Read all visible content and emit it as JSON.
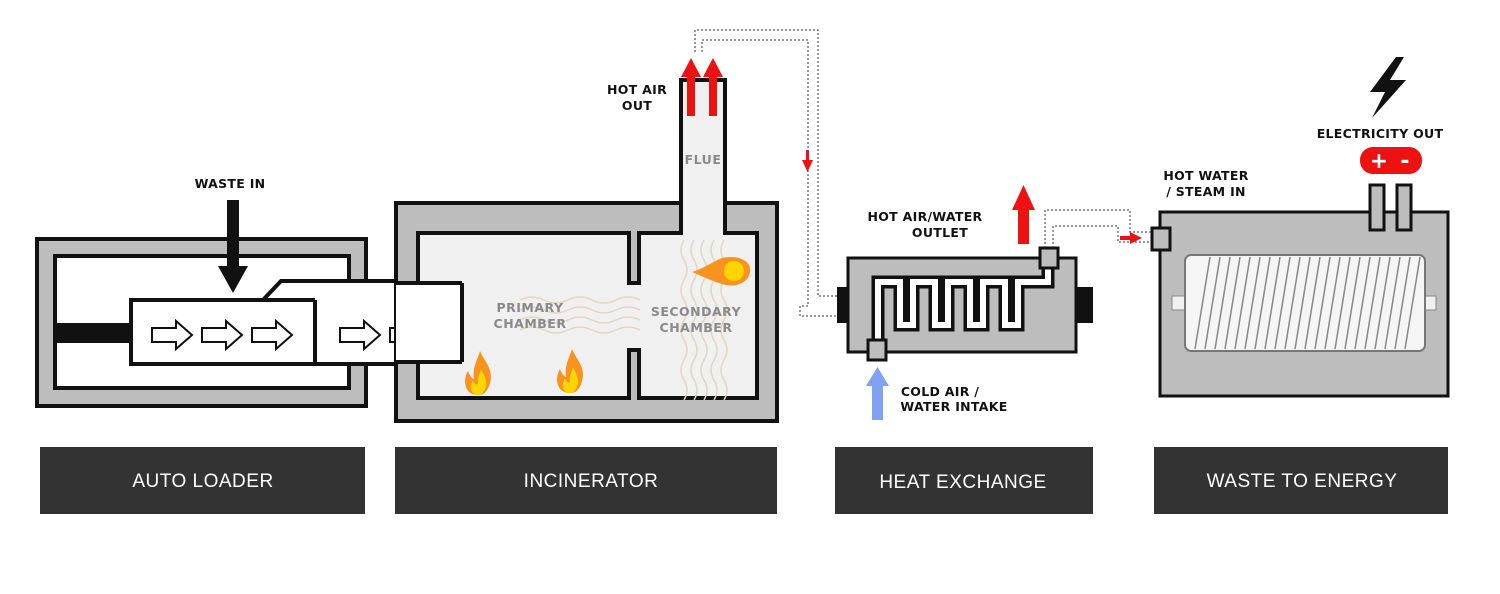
{
  "labels": {
    "waste_in": "WASTE IN",
    "hot_air_out": [
      "HOT AIR",
      "OUT"
    ],
    "flue": "FLUE",
    "primary_chamber": [
      "PRIMARY",
      "CHAMBER"
    ],
    "secondary_chamber": [
      "SECONDARY",
      "CHAMBER"
    ],
    "hot_air_water_outlet": [
      "HOT AIR/WATER",
      "OUTLET"
    ],
    "cold_air_water_intake": [
      "COLD AIR /",
      "WATER INTAKE"
    ],
    "hot_water_steam_in": [
      "HOT WATER",
      "/ STEAM IN"
    ],
    "electricity_out": "ELECTRICITY OUT",
    "plus": "+",
    "minus": "-"
  },
  "stages": [
    "AUTO LOADER",
    "INCINERATOR",
    "HEAT EXCHANGE",
    "WASTE TO ENERGY"
  ],
  "colors": {
    "grey": "#bdbdbd",
    "dark_panel": "#333333",
    "red": "#ee1111",
    "blue": "#7fa3f0",
    "flame_orange": "#f7931e",
    "flame_yellow": "#ffd500"
  }
}
